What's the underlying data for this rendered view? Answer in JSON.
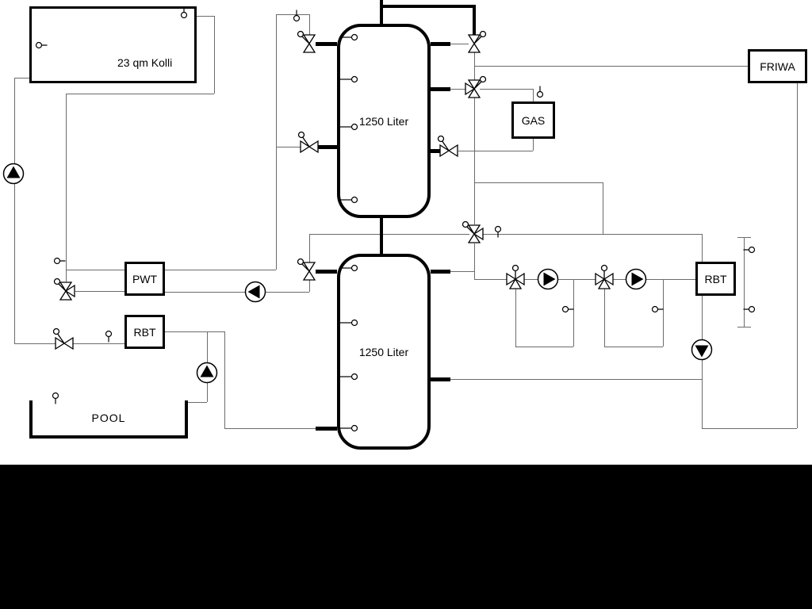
{
  "diagram": {
    "labels": {
      "collector": "23 qm Kolli",
      "tank_top": "1250 Liter",
      "tank_bottom": "1250 Liter",
      "pwt": "PWT",
      "rbt_left": "RBT",
      "rbt_right": "RBT",
      "gas": "GAS",
      "friwa": "FRIWA",
      "pool": "POOL"
    },
    "colors": {
      "pipe_thin": "#6b6b6b",
      "pipe_thick": "#000000",
      "component_stroke": "#000000",
      "pump_fill": "#000000",
      "background": "#ffffff",
      "letterbox": "#000000"
    }
  }
}
